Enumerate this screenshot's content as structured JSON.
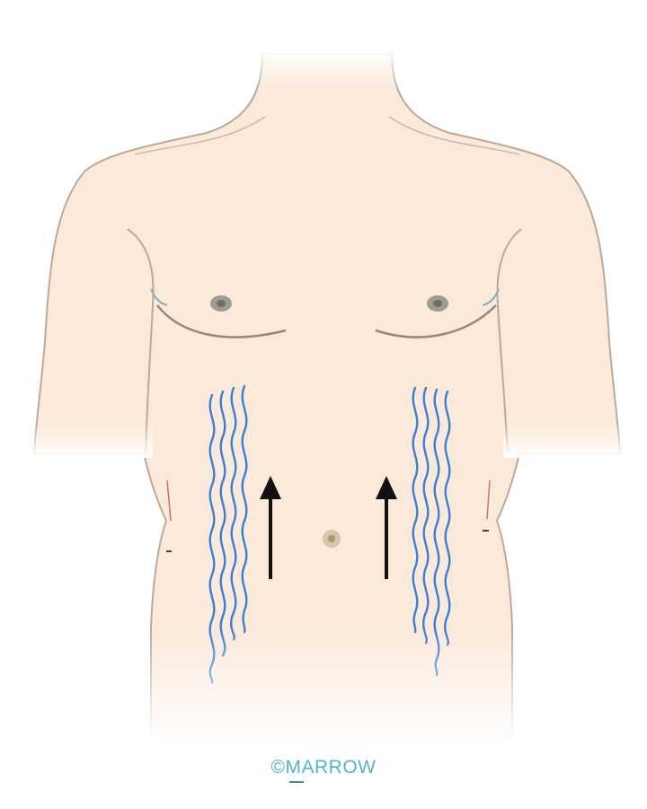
{
  "figure": {
    "subject": "male-torso",
    "vein_color": "#3a7fd6",
    "skin_color": "#fbe9da",
    "outline_color": "#b9a596",
    "arrow_color": "#111111",
    "arrow_direction": "upward"
  },
  "watermark": {
    "text": "©MARROW",
    "color": "#4fb6cc"
  }
}
